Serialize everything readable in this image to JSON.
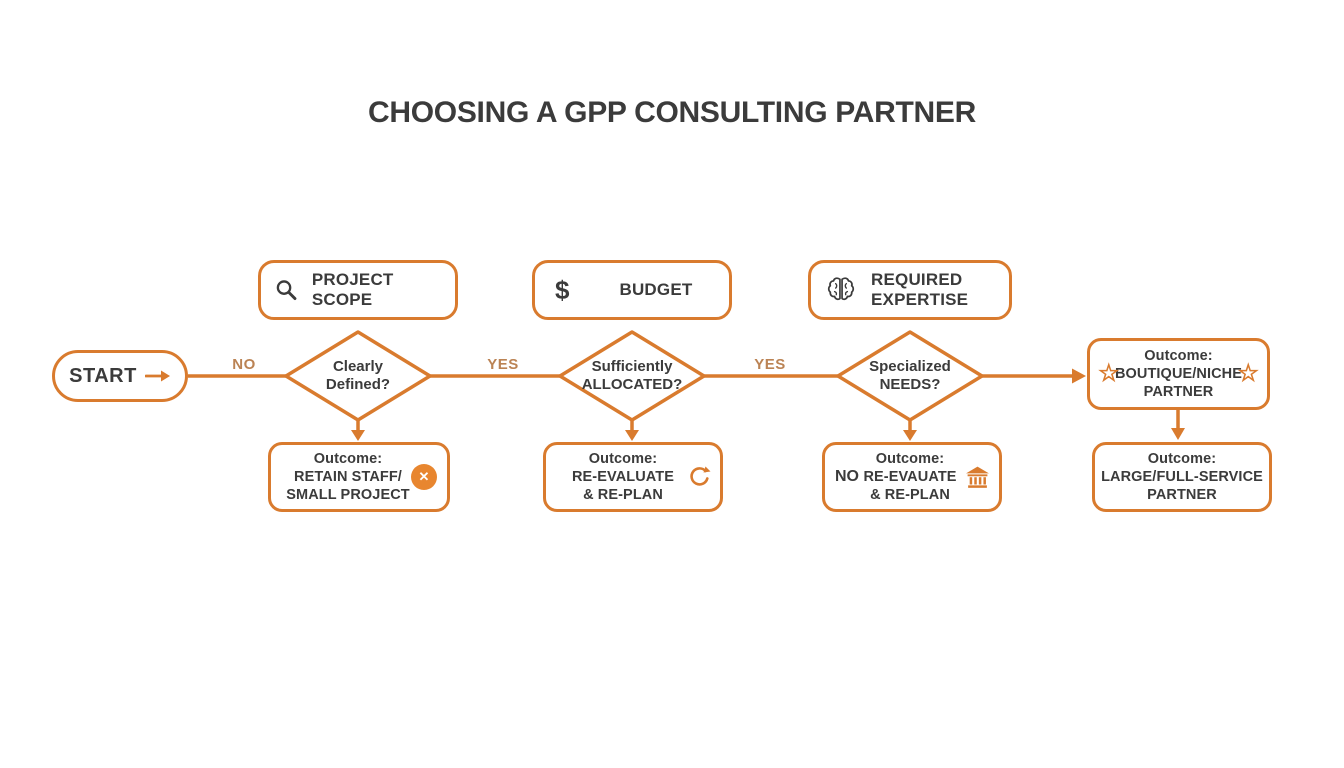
{
  "title": "CHOOSING A GPP CONSULTING PARTNER",
  "colors": {
    "accent": "#D97B2E",
    "edge_label": "#BB8354",
    "text": "#3B3B3B",
    "background": "#FFFFFF"
  },
  "icons": {
    "star": "☆",
    "close": "✕",
    "dollar": "$"
  },
  "start": {
    "label": "START"
  },
  "criteria": [
    {
      "line1": "PROJECT SCOPE",
      "icon": "magnifier-icon"
    },
    {
      "line1": "BUDGET",
      "icon": "dollar-icon"
    },
    {
      "line1": "REQUIRED",
      "line2": "EXPERTISE",
      "icon": "brain-icon"
    }
  ],
  "decisions": [
    {
      "line1": "Clearly",
      "line2": "Defined?"
    },
    {
      "line1": "Sufficiently",
      "line2": "ALLOCATED?"
    },
    {
      "line1": "Specialized",
      "line2": "NEEDS?"
    }
  ],
  "edge_labels": [
    "NO",
    "YES",
    "YES"
  ],
  "outcomes": {
    "boutique": {
      "title": "Outcome:",
      "line1": "BOUTIQUE/NICHE",
      "line2": "PARTNER"
    },
    "retain": {
      "title": "Outcome:",
      "line1": "RETAIN STAFF/",
      "line2": "SMALL PROJECT"
    },
    "replan_budget": {
      "title": "Outcome:",
      "line1": "RE-EVALUATE",
      "line2": "& RE-PLAN"
    },
    "replan_expertise": {
      "prefix": "NO",
      "title": "Outcome:",
      "line1": "RE-EVAUATE",
      "line2": "& RE-PLAN"
    },
    "large": {
      "title": "Outcome:",
      "line1": "LARGE/FULL-SERVICE",
      "line2": "PARTNER"
    }
  }
}
